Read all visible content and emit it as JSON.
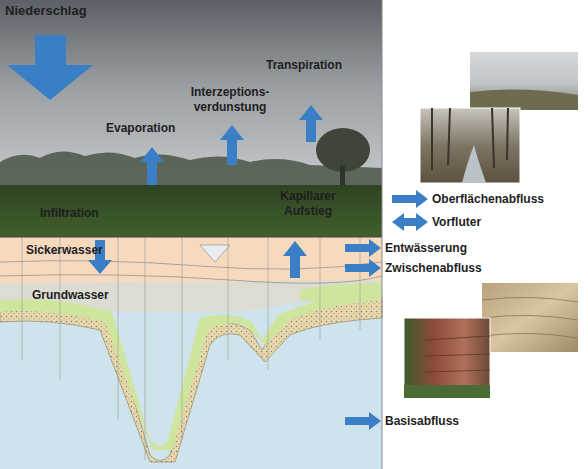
{
  "diagram": {
    "labels": [
      "Niederschlag",
      "Transpiration",
      "Interzeptions- verdunstung",
      "Evaporation",
      "Kapillarer Aufstieg",
      "Infiltration",
      "Oberflächenabfluss",
      "Vorfluter",
      "Sickerwasser",
      "Entwässerung",
      "Zwischenabfluss",
      "Grundwasser",
      "Basisabfluss"
    ]
  }
}
